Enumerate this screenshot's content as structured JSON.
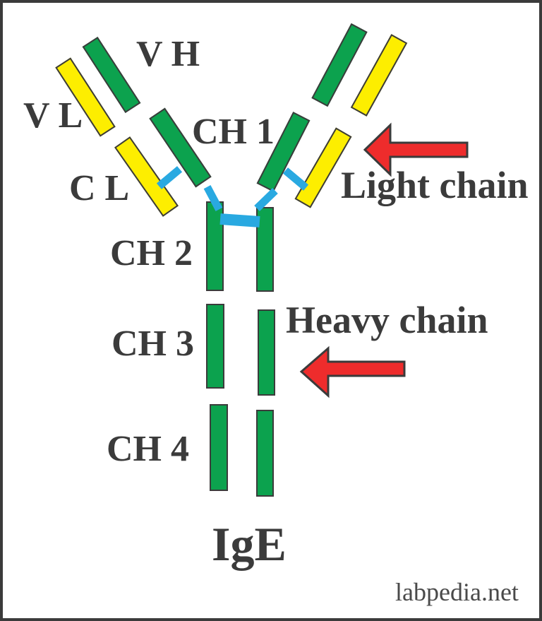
{
  "diagram": {
    "labels": {
      "vh": "V H",
      "vl": "V L",
      "cl": "C L",
      "ch1": "CH 1",
      "ch2": "CH 2",
      "ch3": "CH 3",
      "ch4": "CH 4"
    },
    "annotations": {
      "light_chain": "Light chain",
      "heavy_chain": "Heavy chain"
    },
    "title": "IgE",
    "watermark": "labpedia.net",
    "colors": {
      "heavy_chain_green": "#0ca24e",
      "light_chain_yellow": "#fdee00",
      "disulfide_bond_blue": "#29a9e1",
      "arrow_red": "#ee2c2c",
      "outline_dark": "#3b3b3b",
      "background": "#ffffff"
    }
  }
}
